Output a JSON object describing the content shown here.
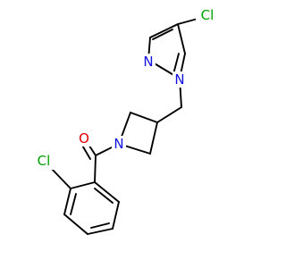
{
  "molecule": {
    "atoms": [
      {
        "id": "cl_pyrazole",
        "label": "Cl",
        "color": "#00a000"
      },
      {
        "id": "n_pyrazole_2",
        "label": "N",
        "color": "#1010e0"
      },
      {
        "id": "n_pyrazole_1",
        "label": "N",
        "color": "#1010e0"
      },
      {
        "id": "n_azetidine",
        "label": "N",
        "color": "#1010e0"
      },
      {
        "id": "o_carbonyl",
        "label": "O",
        "color": "#e00000"
      },
      {
        "id": "cl_phenyl",
        "label": "Cl",
        "color": "#00a000"
      }
    ]
  }
}
